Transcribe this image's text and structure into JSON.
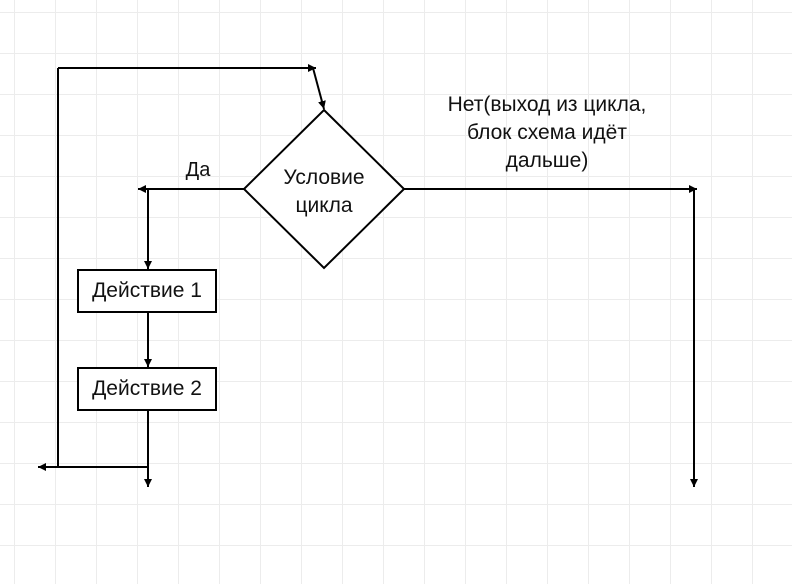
{
  "diagram": {
    "decision": {
      "line1": "Условие",
      "line2": "цикла"
    },
    "yes_label": "Да",
    "no_label": {
      "line1": "Нет(выход из цикла,",
      "line2": "блок схема идёт",
      "line3": "дальше)"
    },
    "action1": "Действие 1",
    "action2": "Действие 2"
  }
}
